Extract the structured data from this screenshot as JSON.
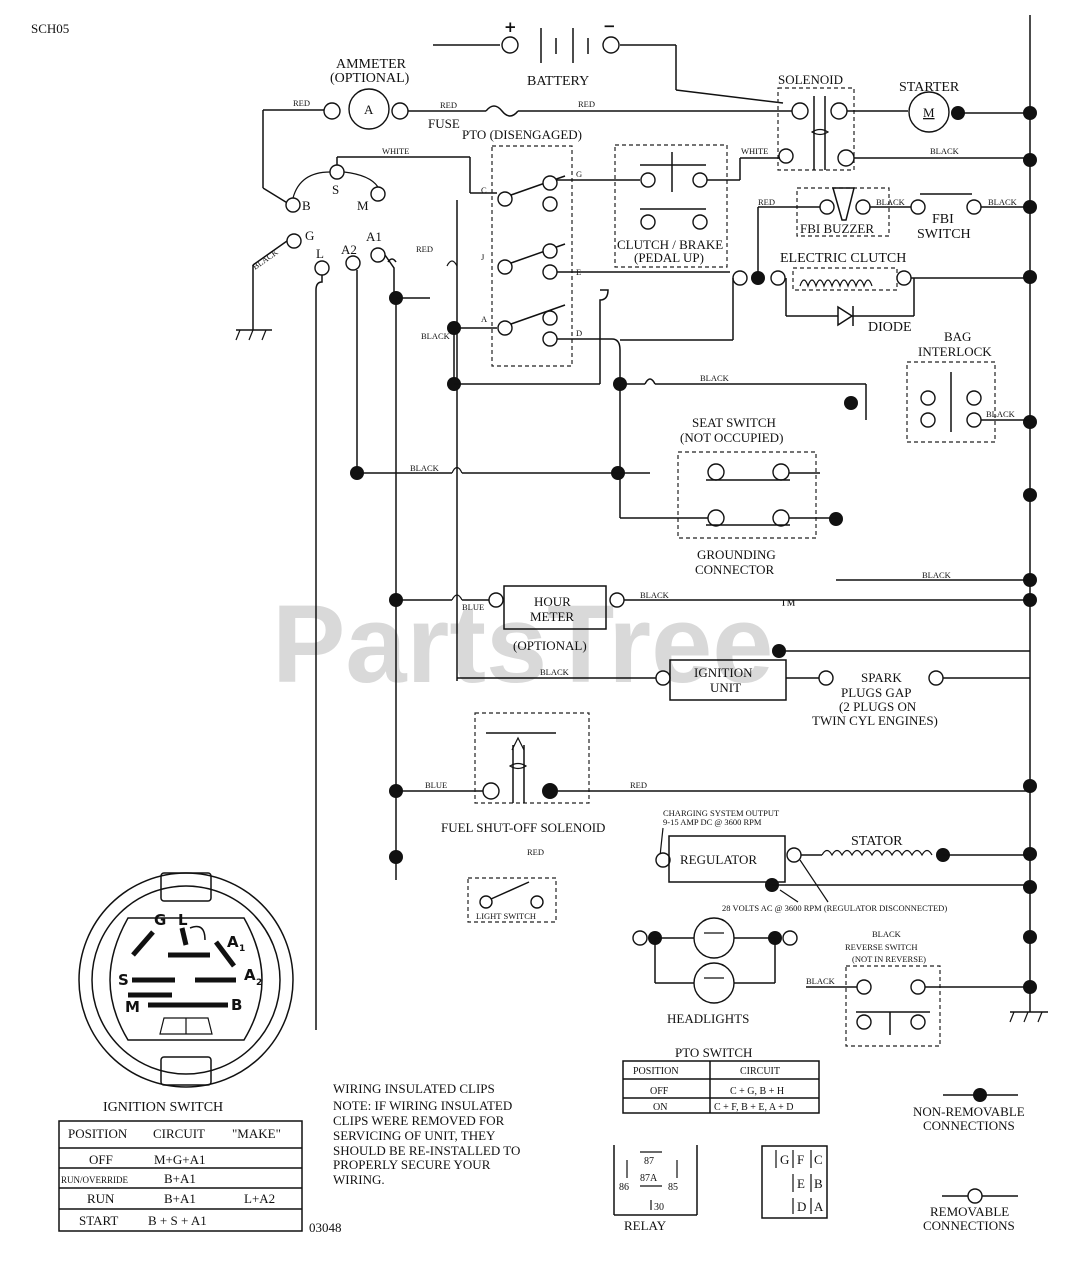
{
  "doc_id": "SCH05",
  "drawing_no": "03048",
  "watermark": "PartsTree",
  "watermark_tm": "™",
  "battery": {
    "label": "BATTERY",
    "plus": "+",
    "minus": "−"
  },
  "ammeter": {
    "label1": "AMMETER",
    "label2": "(OPTIONAL)",
    "symbol": "A"
  },
  "fuse": "FUSE",
  "solenoid": "SOLENOID",
  "starter": {
    "label": "STARTER",
    "symbol": "M"
  },
  "pto_disengaged": "PTO (DISENGAGED)",
  "clutch_brake": {
    "line1": "CLUTCH / BRAKE",
    "line2": "(PEDAL UP)"
  },
  "fbi_buzzer": "FBI BUZZER",
  "fbi_switch": {
    "line1": "FBI",
    "line2": "SWITCH"
  },
  "electric_clutch": "ELECTRIC CLUTCH",
  "diode": "DIODE",
  "bag_interlock": {
    "line1": "BAG",
    "line2": "INTERLOCK"
  },
  "seat_switch": {
    "line1": "SEAT SWITCH",
    "line2": "(NOT OCCUPIED)"
  },
  "grounding_connector": {
    "line1": "GROUNDING",
    "line2": "CONNECTOR"
  },
  "hour_meter": {
    "line1": "HOUR",
    "line2": "METER",
    "optional": "(OPTIONAL)"
  },
  "ignition_unit": {
    "line1": "IGNITION",
    "line2": "UNIT"
  },
  "spark_plugs": {
    "line1": "SPARK",
    "line2": "PLUGS GAP",
    "line3": "(2 PLUGS ON",
    "line4": "TWIN CYL ENGINES)"
  },
  "fuel_solenoid": "FUEL SHUT-OFF SOLENOID",
  "light_switch": "LIGHT SWITCH",
  "charging": {
    "line1": "CHARGING SYSTEM OUTPUT",
    "line2": "9-15 AMP DC @ 3600 RPM"
  },
  "regulator": "REGULATOR",
  "stator": "STATOR",
  "ac_note": "28 VOLTS AC @ 3600 RPM (REGULATOR DISCONNECTED)",
  "headlights": "HEADLIGHTS",
  "reverse_switch": {
    "line1": "REVERSE SWITCH",
    "line2": "(NOT IN REVERSE)"
  },
  "wire_colors": {
    "red": "RED",
    "white": "WHITE",
    "black": "BLACK",
    "blue": "BLUE"
  },
  "ign_terminals": {
    "s": "S",
    "b": "B",
    "m": "M",
    "g": "G",
    "l": "L",
    "a2": "A2",
    "a1": "A1"
  },
  "pto_terminals": {
    "c": "C",
    "g": "G",
    "j": "J",
    "e": "E",
    "a": "A",
    "d": "D"
  },
  "ignition_switch": {
    "title": "IGNITION SWITCH",
    "face": {
      "g": "G",
      "l": "L",
      "a1": "A",
      "a1_sub": "1",
      "s": "S",
      "a2": "A",
      "a2_sub": "2",
      "m": "M",
      "b": "B"
    },
    "headers": [
      "POSITION",
      "CIRCUIT",
      "\"MAKE\""
    ],
    "rows": [
      {
        "position": "OFF",
        "circuit": "M+G+A1",
        "make": ""
      },
      {
        "position": "RUN/OVERRIDE",
        "circuit": "B+A1",
        "make": ""
      },
      {
        "position": "RUN",
        "circuit": "B+A1",
        "make": "L+A2"
      },
      {
        "position": "START",
        "circuit": "B + S + A1",
        "make": ""
      }
    ]
  },
  "wiring_note": {
    "lines": [
      "WIRING INSULATED CLIPS",
      "NOTE: IF WIRING INSULATED",
      "CLIPS WERE REMOVED FOR",
      "SERVICING OF UNIT, THEY",
      "SHOULD BE RE-INSTALLED TO",
      "PROPERLY SECURE YOUR",
      "WIRING."
    ]
  },
  "pto_switch": {
    "title": "PTO SWITCH",
    "headers": [
      "POSITION",
      "CIRCUIT"
    ],
    "rows": [
      {
        "position": "OFF",
        "circuit": "C + G, B + H"
      },
      {
        "position": "ON",
        "circuit": "C + F, B + E, A + D"
      }
    ]
  },
  "relay": {
    "label": "RELAY",
    "pins": [
      "87",
      "86",
      "87A",
      "85",
      "30"
    ]
  },
  "switch_grid": {
    "cells": [
      "G",
      "F",
      "C",
      "E",
      "B",
      "D",
      "A"
    ]
  },
  "legend": {
    "non_removable": {
      "line1": "NON-REMOVABLE",
      "line2": "CONNECTIONS"
    },
    "removable": {
      "line1": "REMOVABLE",
      "line2": "CONNECTIONS"
    }
  }
}
